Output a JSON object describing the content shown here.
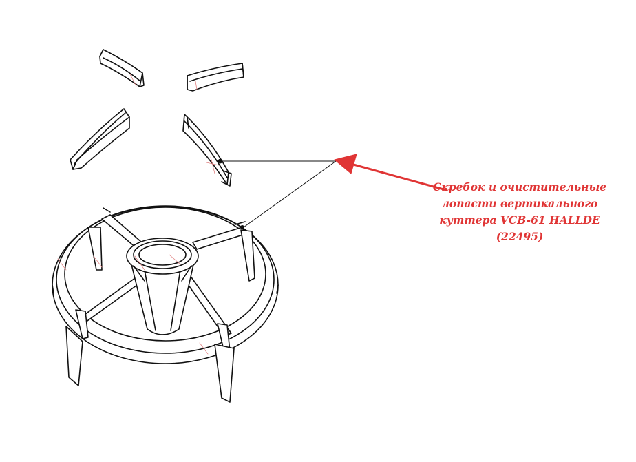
{
  "diagram": {
    "caption_lines": [
      "Скребок и очистительные",
      "лопасти вертикального",
      "куттера VCB-61 HALLDE",
      "(22495)"
    ],
    "colors": {
      "annotation": "#e03535",
      "outline": "#111111",
      "background": "#ffffff"
    },
    "components": [
      "scraper-frame",
      "cleaning-blade-top-left",
      "cleaning-blade-top-right",
      "cleaning-blade-middle-left",
      "cleaning-blade-middle-right"
    ]
  }
}
